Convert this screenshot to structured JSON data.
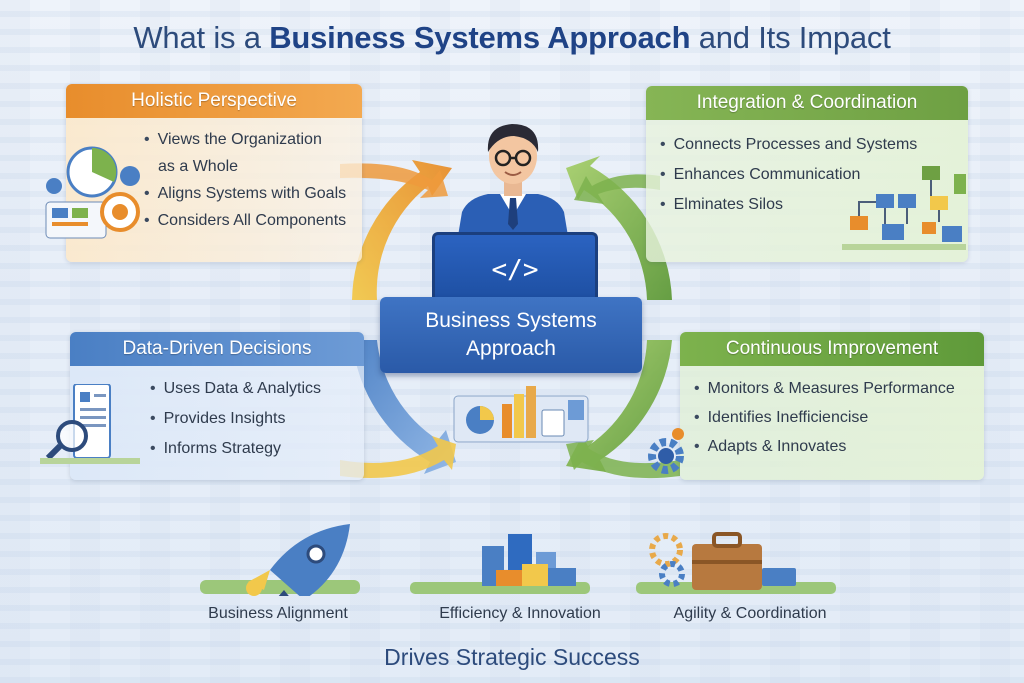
{
  "title": {
    "prefix": "What is a ",
    "bold": "Business Systems Approach",
    "suffix": " and Its Impact"
  },
  "cards": {
    "holistic": {
      "header": "Holistic Perspective",
      "items": [
        "Views the Organization",
        "as a Whole",
        "Aligns Systems with Goals",
        "Considers All Components"
      ]
    },
    "integration": {
      "header": "Integration & Coordination",
      "items": [
        "Connects Processes and Systems",
        "Enhances Communication",
        "Elminates Silos"
      ]
    },
    "data": {
      "header": "Data-Driven Decisions",
      "items": [
        "Uses Data & Analytics",
        "Provides Insights",
        "Informs Strategy"
      ]
    },
    "improvement": {
      "header": "Continuous Improvement",
      "items": [
        "Monitors & Measures Performance",
        "Identifies Inefficiencise",
        "Adapts & Innovates"
      ]
    }
  },
  "center": {
    "laptop_code": "</>",
    "line1": "Business Systems",
    "line2": "Approach"
  },
  "outcomes": [
    "Business Alignment",
    "Efficiency & Innovation",
    "Agility & Coordination"
  ],
  "tagline": "Drives Strategic Success",
  "colors": {
    "orange": "#e88d2c",
    "green": "#6ea043",
    "blue": "#4a7fc4",
    "navy": "#1f4386",
    "yellow": "#f2c84b"
  },
  "icons": [
    "target-chart-icon",
    "network-diagram-icon",
    "report-magnifier-icon",
    "gear-icon",
    "person-avatar-icon",
    "laptop-icon",
    "dashboard-icon",
    "rocket-icon",
    "buildings-icon",
    "briefcase-icon"
  ]
}
